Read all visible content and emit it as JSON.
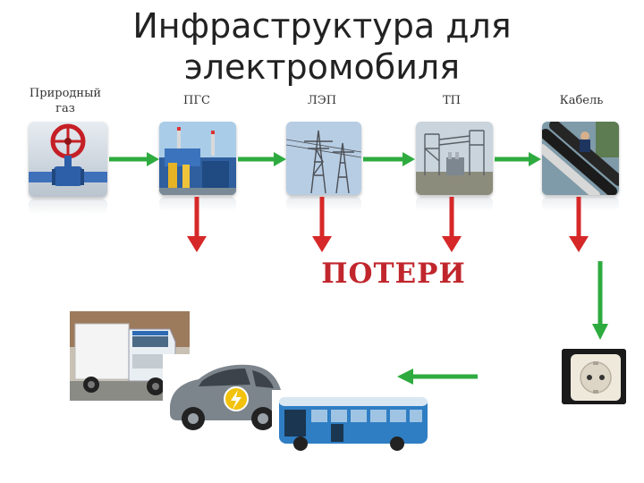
{
  "title_line1": "Инфраструктура для",
  "title_line2": "электромобиля",
  "stages": [
    {
      "label_line1": "Природный",
      "label_line2": "газ"
    },
    {
      "label_line1": "ПГС",
      "label_line2": ""
    },
    {
      "label_line1": "ЛЭП",
      "label_line2": ""
    },
    {
      "label_line1": "ТП",
      "label_line2": ""
    },
    {
      "label_line1": "Кабель",
      "label_line2": ""
    }
  ],
  "losses_label": "ПОТЕРИ",
  "colors": {
    "flow_arrow": "#2eab3f",
    "loss_arrow": "#d62828",
    "losses_text": "#c0262c"
  }
}
